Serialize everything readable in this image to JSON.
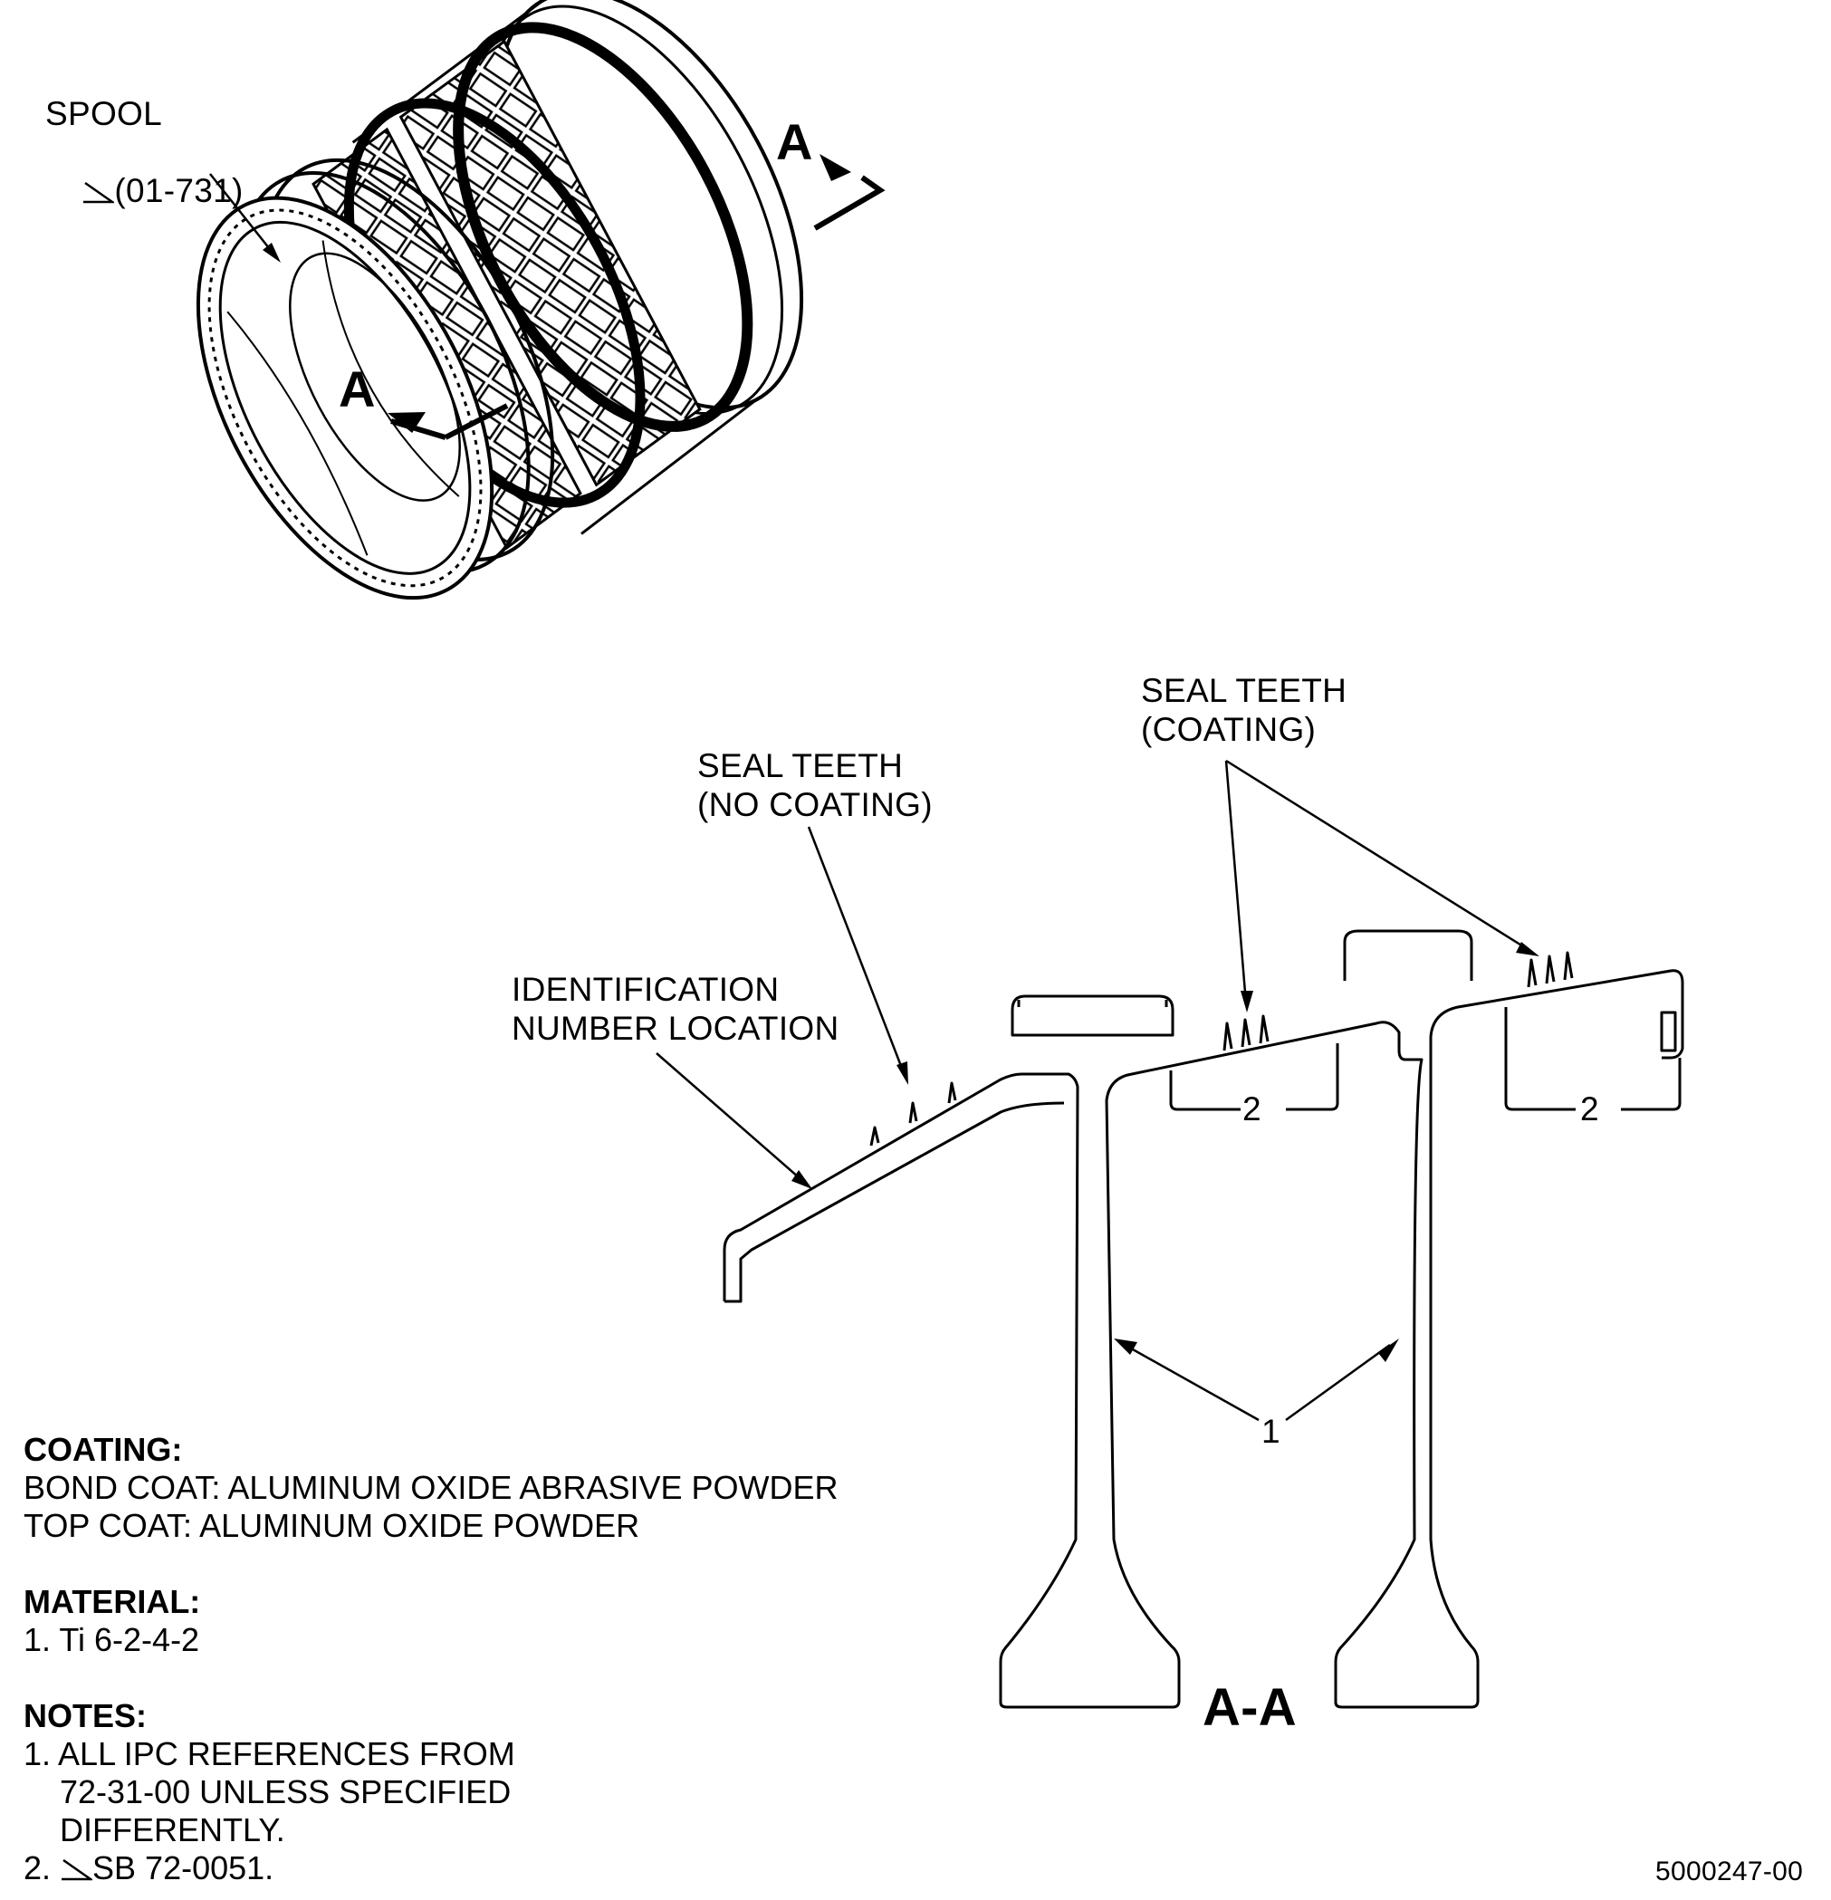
{
  "spool": {
    "name": "SPOOL",
    "ref": "(01-731)"
  },
  "section_marker": {
    "top": "A",
    "bottom": "A"
  },
  "labels": {
    "seal_teeth_no_coating": [
      "SEAL TEETH",
      "(NO COATING)"
    ],
    "seal_teeth_coating": [
      "SEAL TEETH",
      "(COATING)"
    ],
    "identification": [
      "IDENTIFICATION",
      "NUMBER LOCATION"
    ],
    "callout_1": "1",
    "callout_2a": "2",
    "callout_2b": "2",
    "section_title": "A-A"
  },
  "coating": {
    "heading": "COATING:",
    "bond": "BOND COAT: ALUMINUM OXIDE ABRASIVE POWDER",
    "top": "TOP COAT: ALUMINUM OXIDE POWDER"
  },
  "material": {
    "heading": "MATERIAL:",
    "item1": "1. Ti 6-2-4-2"
  },
  "notes": {
    "heading": "NOTES:",
    "line1": "1. ALL IPC REFERENCES FROM",
    "line2": "    72-31-00 UNLESS SPECIFIED",
    "line3": "    DIFFERENTLY.",
    "line4_num": "2. ",
    "line4_text": "SB 72-0051."
  },
  "figure_id": "5000247-00"
}
